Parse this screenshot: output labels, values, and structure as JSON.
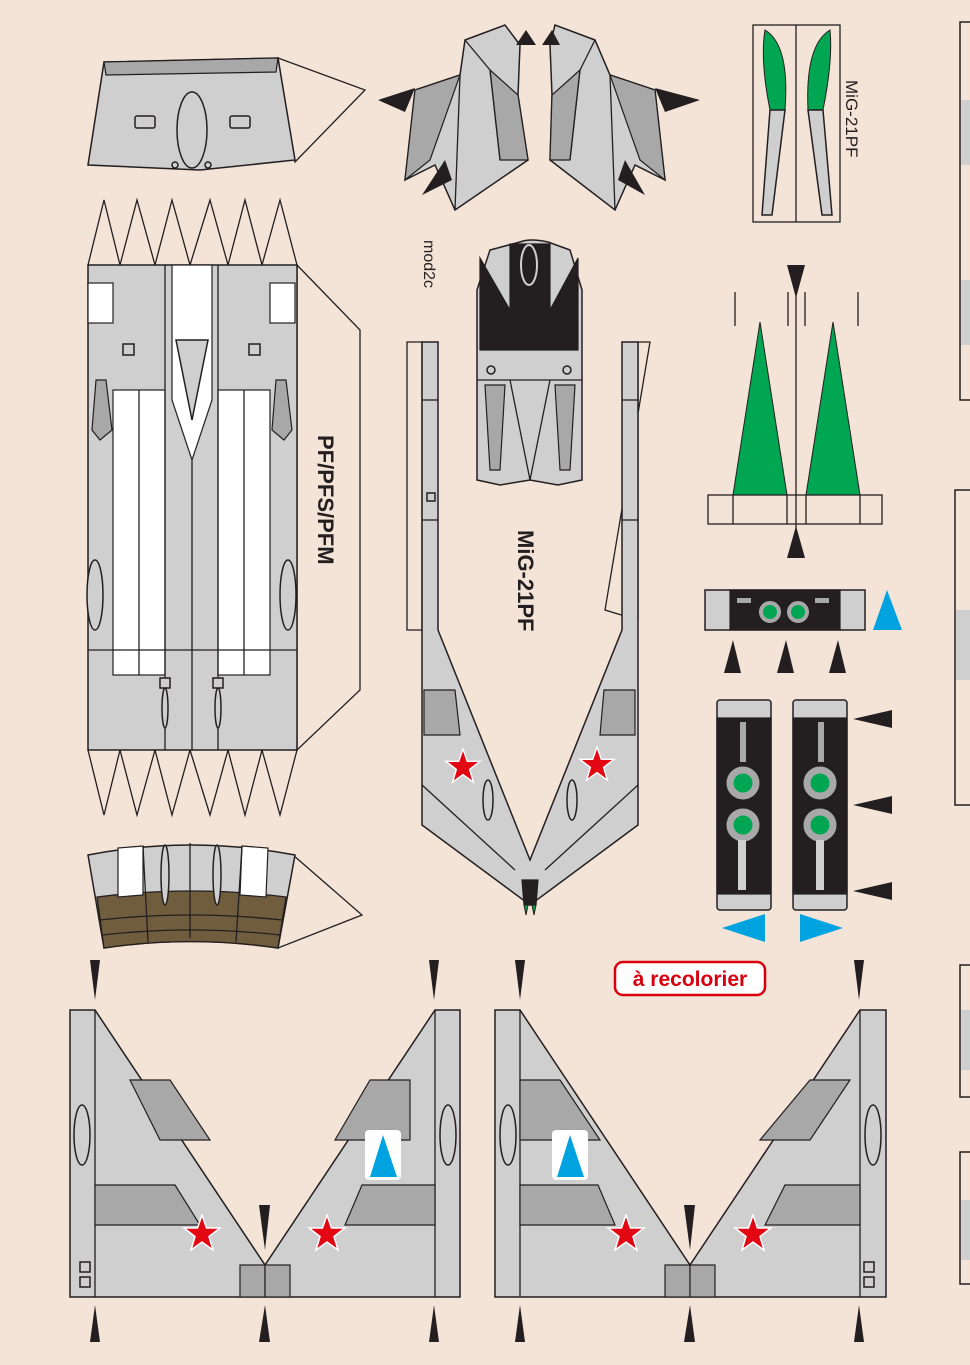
{
  "sheet": {
    "labels": {
      "tail_label": "MiG-21PF",
      "fuselage_label": "MiG-21PF",
      "variant_label": "PF/PFS/PFM",
      "module_label": "mod2c",
      "recolor_note": "à recolorier"
    },
    "colors": {
      "background": "#f4e3d7",
      "panel_grey": "#cfcfcf",
      "dark_grey": "#a8a8a8",
      "outline": "#231f20",
      "green": "#00a651",
      "star_red": "#e30613",
      "cyan": "#00a3e0",
      "brown": "#6f5d3e",
      "note_red": "#d7000f"
    }
  }
}
